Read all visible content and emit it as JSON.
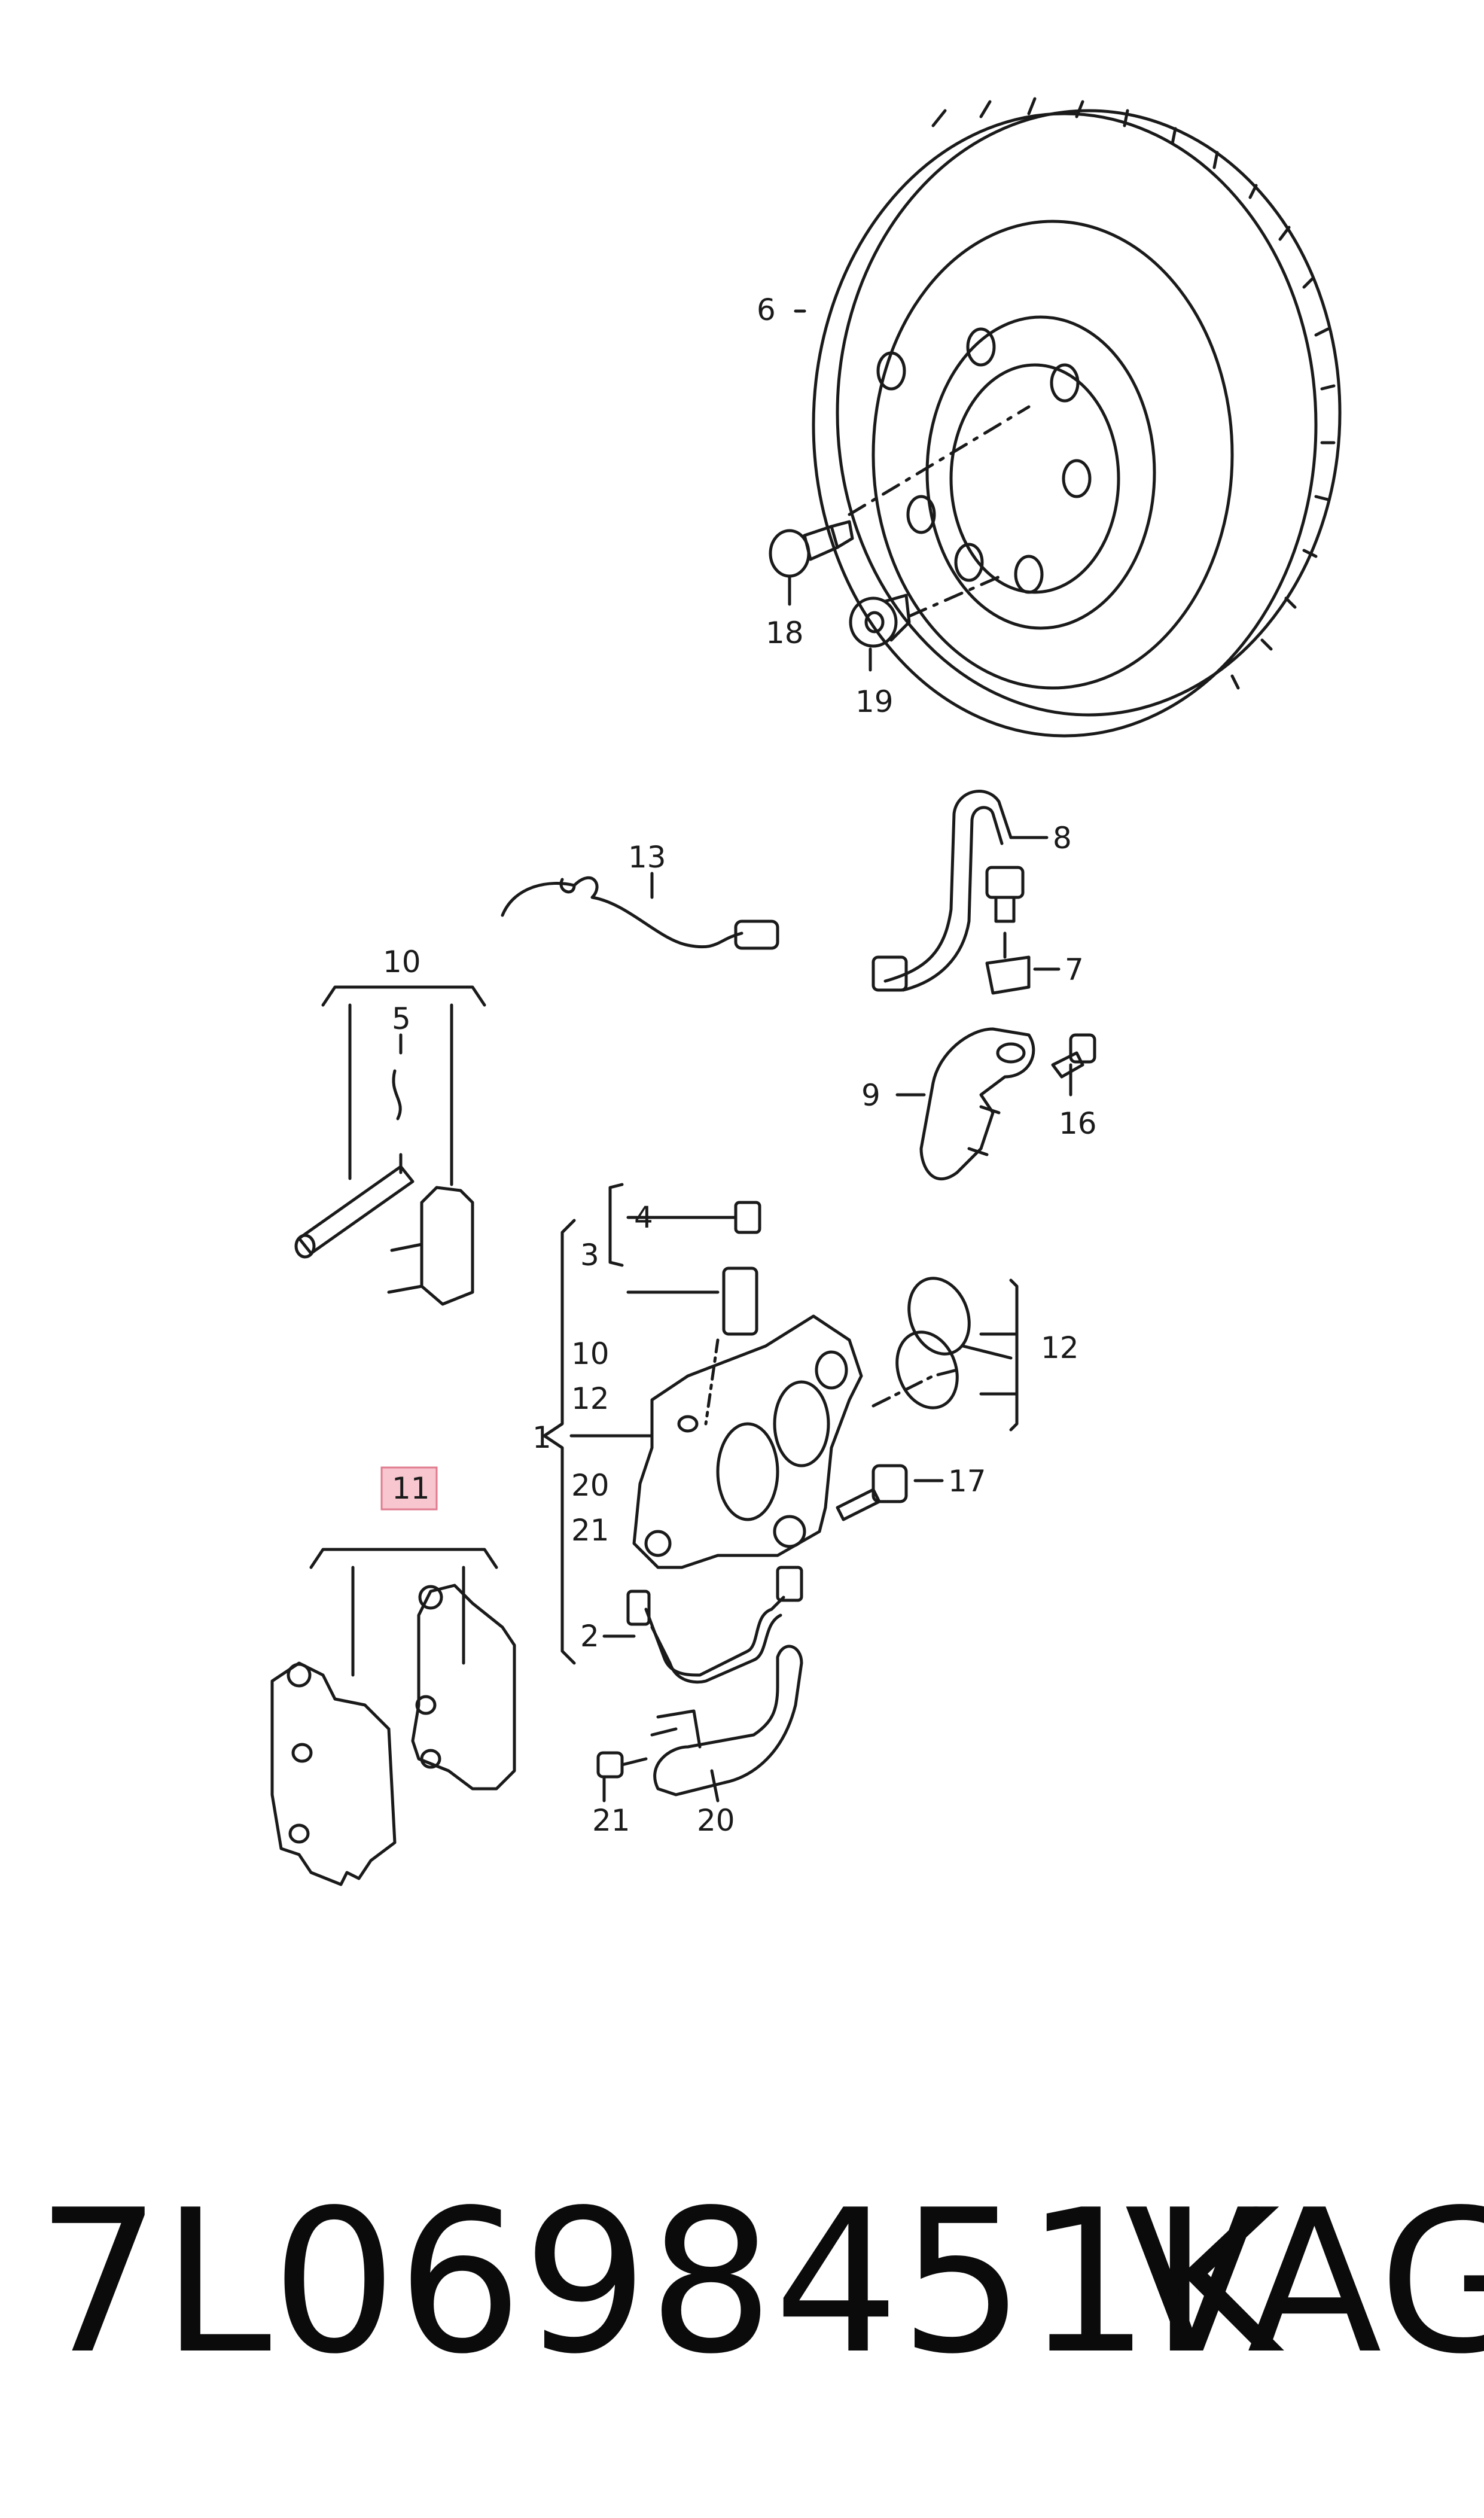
{
  "diagram": {
    "labels": {
      "c1": "1",
      "c2": "2",
      "c3": "3",
      "c4": "4",
      "c5": "5",
      "c6": "6",
      "c7": "7",
      "c8": "8",
      "c9": "9",
      "c10a": "10",
      "c10b": "10",
      "c11": "11",
      "c12a": "12",
      "c12b": "12",
      "c13": "13",
      "c16": "16",
      "c17": "17",
      "c18": "18",
      "c19": "19",
      "c20a": "20",
      "c20b": "20",
      "c21a": "21",
      "c21b": "21"
    },
    "highlight_color": "#f7c6cf",
    "highlight_border": "#e07b8e"
  },
  "footer": {
    "part_number": "7L0698451K",
    "brand": "VAG"
  }
}
